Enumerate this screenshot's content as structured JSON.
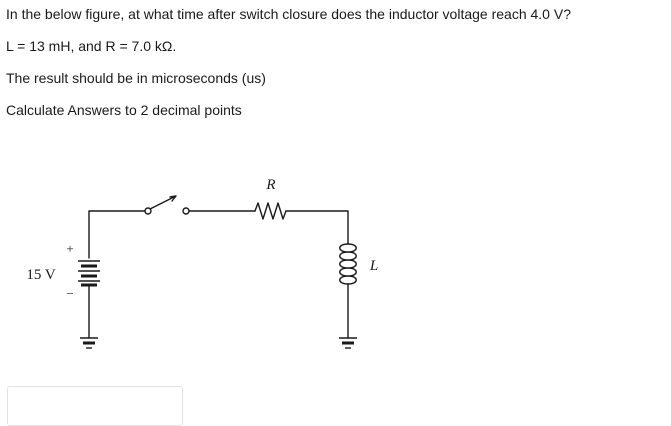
{
  "question": {
    "line1": "In the below figure, at what time after switch closure does the inductor voltage reach 4.0 V?",
    "line2": "L = 13 mH, and R = 7.0 kΩ.",
    "line3": "The result should be in microseconds (us)",
    "line4": "Calculate Answers to 2 decimal points"
  },
  "circuit": {
    "resistor_label": "R",
    "inductor_label": "L",
    "source_label": "15 V",
    "plus_sign": "+",
    "minus_sign": "−"
  },
  "answer": {
    "value": ""
  }
}
